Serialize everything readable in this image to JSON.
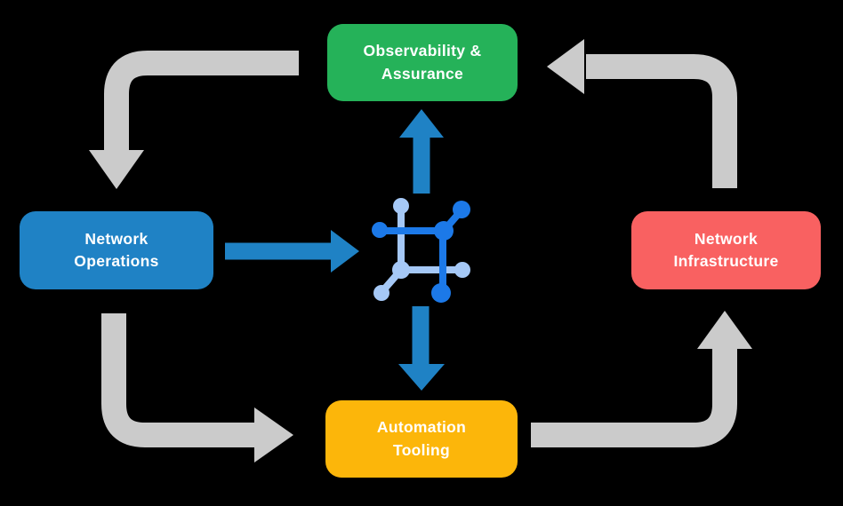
{
  "background_color": "#000000",
  "nodes": {
    "observability": {
      "label": "Observability &\nAssurance",
      "color": "#25b259"
    },
    "operations": {
      "label": "Network\nOperations",
      "color": "#1f82c5"
    },
    "infrastructure": {
      "label": "Network\nInfrastructure",
      "color": "#f96161"
    },
    "automation": {
      "label": "Automation\nTooling",
      "color": "#fcb60a"
    }
  },
  "colors": {
    "cycle_arrow": "#cbcbcb",
    "flow_arrow": "#1f82c5",
    "icon_primary": "#1c79e8",
    "icon_secondary": "#a5c8f6",
    "text": "#ffffff"
  },
  "flow": {
    "outer_cycle": [
      {
        "from": "Observability & Assurance",
        "to": "Network Operations"
      },
      {
        "from": "Network Operations",
        "to": "Automation Tooling"
      },
      {
        "from": "Automation Tooling",
        "to": "Network Infrastructure"
      },
      {
        "from": "Network Infrastructure",
        "to": "Observability & Assurance"
      }
    ],
    "center_flows": [
      {
        "from": "Network Operations",
        "to": "network-fabric-icon"
      },
      {
        "from": "network-fabric-icon",
        "to": "Observability & Assurance"
      },
      {
        "from": "network-fabric-icon",
        "to": "Automation Tooling"
      }
    ],
    "center_icon": "network-fabric-icon"
  }
}
